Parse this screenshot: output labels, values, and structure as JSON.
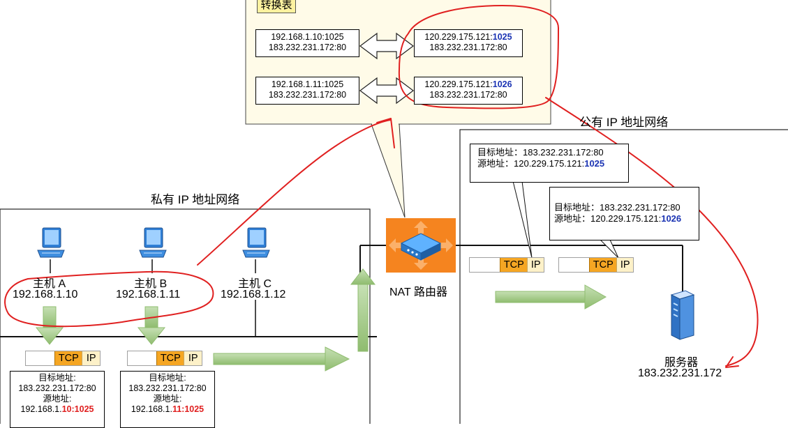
{
  "nat_table": {
    "title": "转换表",
    "rows": [
      {
        "private_line1": "192.168.1.10:1025",
        "private_line2": "183.232.231.172:80",
        "public_line1_prefix": "120.229.175.121:",
        "public_line1_port": "1025",
        "public_line2": "183.232.231.172:80"
      },
      {
        "private_line1": "192.168.1.11:1025",
        "private_line2": "183.232.231.172:80",
        "public_line1_prefix": "120.229.175.121:",
        "public_line1_port": "1026",
        "public_line2": "183.232.231.172:80"
      }
    ]
  },
  "private_network": {
    "title": "私有 IP 地址网络",
    "hosts": [
      {
        "name": "主机 A",
        "ip": "192.168.1.10"
      },
      {
        "name": "主机 B",
        "ip": "192.168.1.11"
      },
      {
        "name": "主机 C",
        "ip": "192.168.1.12"
      }
    ],
    "packets": [
      {
        "tcp": "TCP",
        "ip": "IP",
        "dst_label": "目标地址:",
        "dst_value": "183.232.231.172:80",
        "src_label": "源地址:",
        "src_prefix": "192.168.1.",
        "src_highlight": "10:1025"
      },
      {
        "tcp": "TCP",
        "ip": "IP",
        "dst_label": "目标地址:",
        "dst_value": "183.232.231.172:80",
        "src_label": "源地址:",
        "src_prefix": "192.168.1.",
        "src_highlight": "11:1025"
      }
    ]
  },
  "router": {
    "label": "NAT 路由器"
  },
  "public_network": {
    "title": "公有 IP 地址网络",
    "packets": [
      {
        "tcp": "TCP",
        "ip": "IP",
        "dst_line": "目标地址：183.232.231.172:80",
        "src_prefix": "源地址：120.229.175.121:",
        "src_port": "1025"
      },
      {
        "tcp": "TCP",
        "ip": "IP",
        "dst_line": "目标地址：183.232.231.172:80",
        "src_prefix": "源地址：120.229.175.121:",
        "src_port": "1026"
      }
    ],
    "server": {
      "name": "服务器",
      "ip": "183.232.231.172"
    }
  },
  "icons": {
    "host": "computer-icon",
    "router": "nat-router-icon",
    "server": "server-icon"
  },
  "colors": {
    "tcp_fill": "#f5a623",
    "ip_fill": "#fdf1c8",
    "arrow_green": "#a8d08d",
    "router_orange": "#f5841f",
    "port_blue": "#1a33b3",
    "port_red": "#e02020",
    "annotation_red": "#e02020",
    "table_bg": "#fffbe8"
  }
}
